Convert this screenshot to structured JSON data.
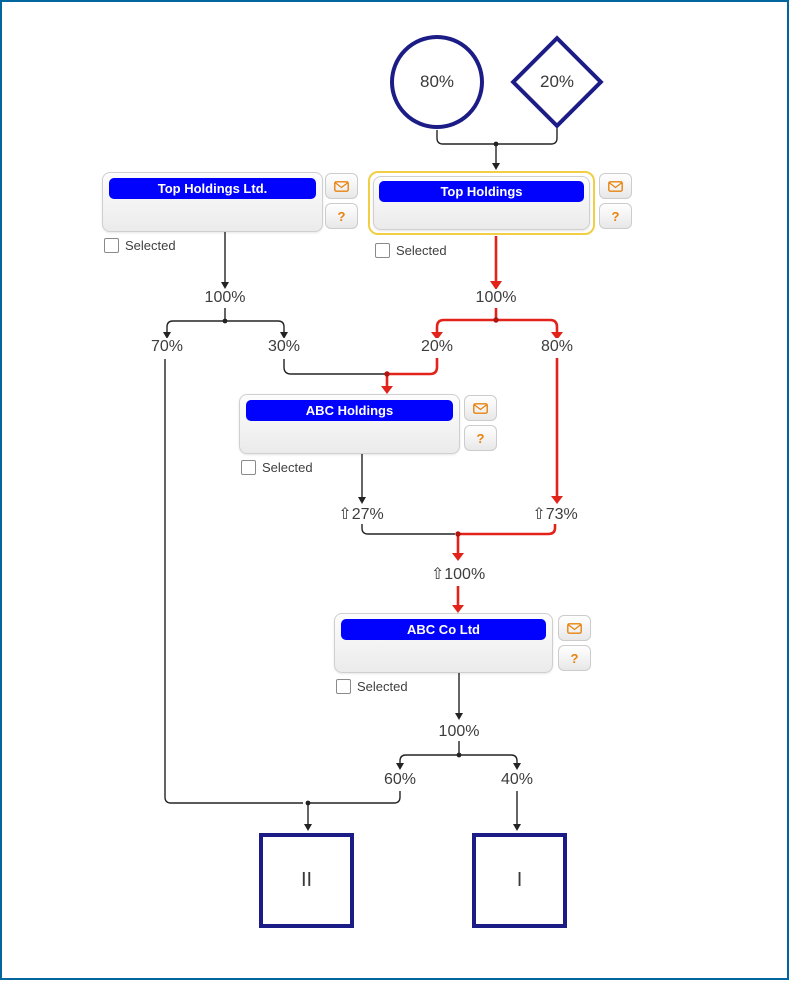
{
  "colors": {
    "frame_border": "#02669E",
    "shape_navy": "#1C1C86",
    "node_title_blue": "#0101FE",
    "highlight_yellow": "#F2CE45",
    "path_red": "#E2231A",
    "line_black": "#232323",
    "icon_orange": "#E8820E"
  },
  "top_shapes": {
    "circle_label": "80%",
    "diamond_label": "20%"
  },
  "companies": {
    "top_holdings_ltd": {
      "name": "Top Holdings Ltd.",
      "selected_label": "Selected"
    },
    "top_holdings": {
      "name": "Top Holdings",
      "selected_label": "Selected",
      "highlighted": true
    },
    "abc_holdings": {
      "name": "ABC Holdings",
      "selected_label": "Selected"
    },
    "abc_co_ltd": {
      "name": "ABC Co Ltd",
      "selected_label": "Selected"
    }
  },
  "buttons": {
    "mail_icon": "envelope-icon",
    "help_label": "?"
  },
  "edge_labels": {
    "left_100": "100%",
    "p70": "70%",
    "p30": "30%",
    "right_100": "100%",
    "p20": "20%",
    "p80": "80%",
    "up27": "⇧27%",
    "up73": "⇧73%",
    "up100": "⇧100%",
    "bottom_100": "100%",
    "p60": "60%",
    "p40": "40%"
  },
  "terminals": {
    "left": "II",
    "right": "I"
  }
}
